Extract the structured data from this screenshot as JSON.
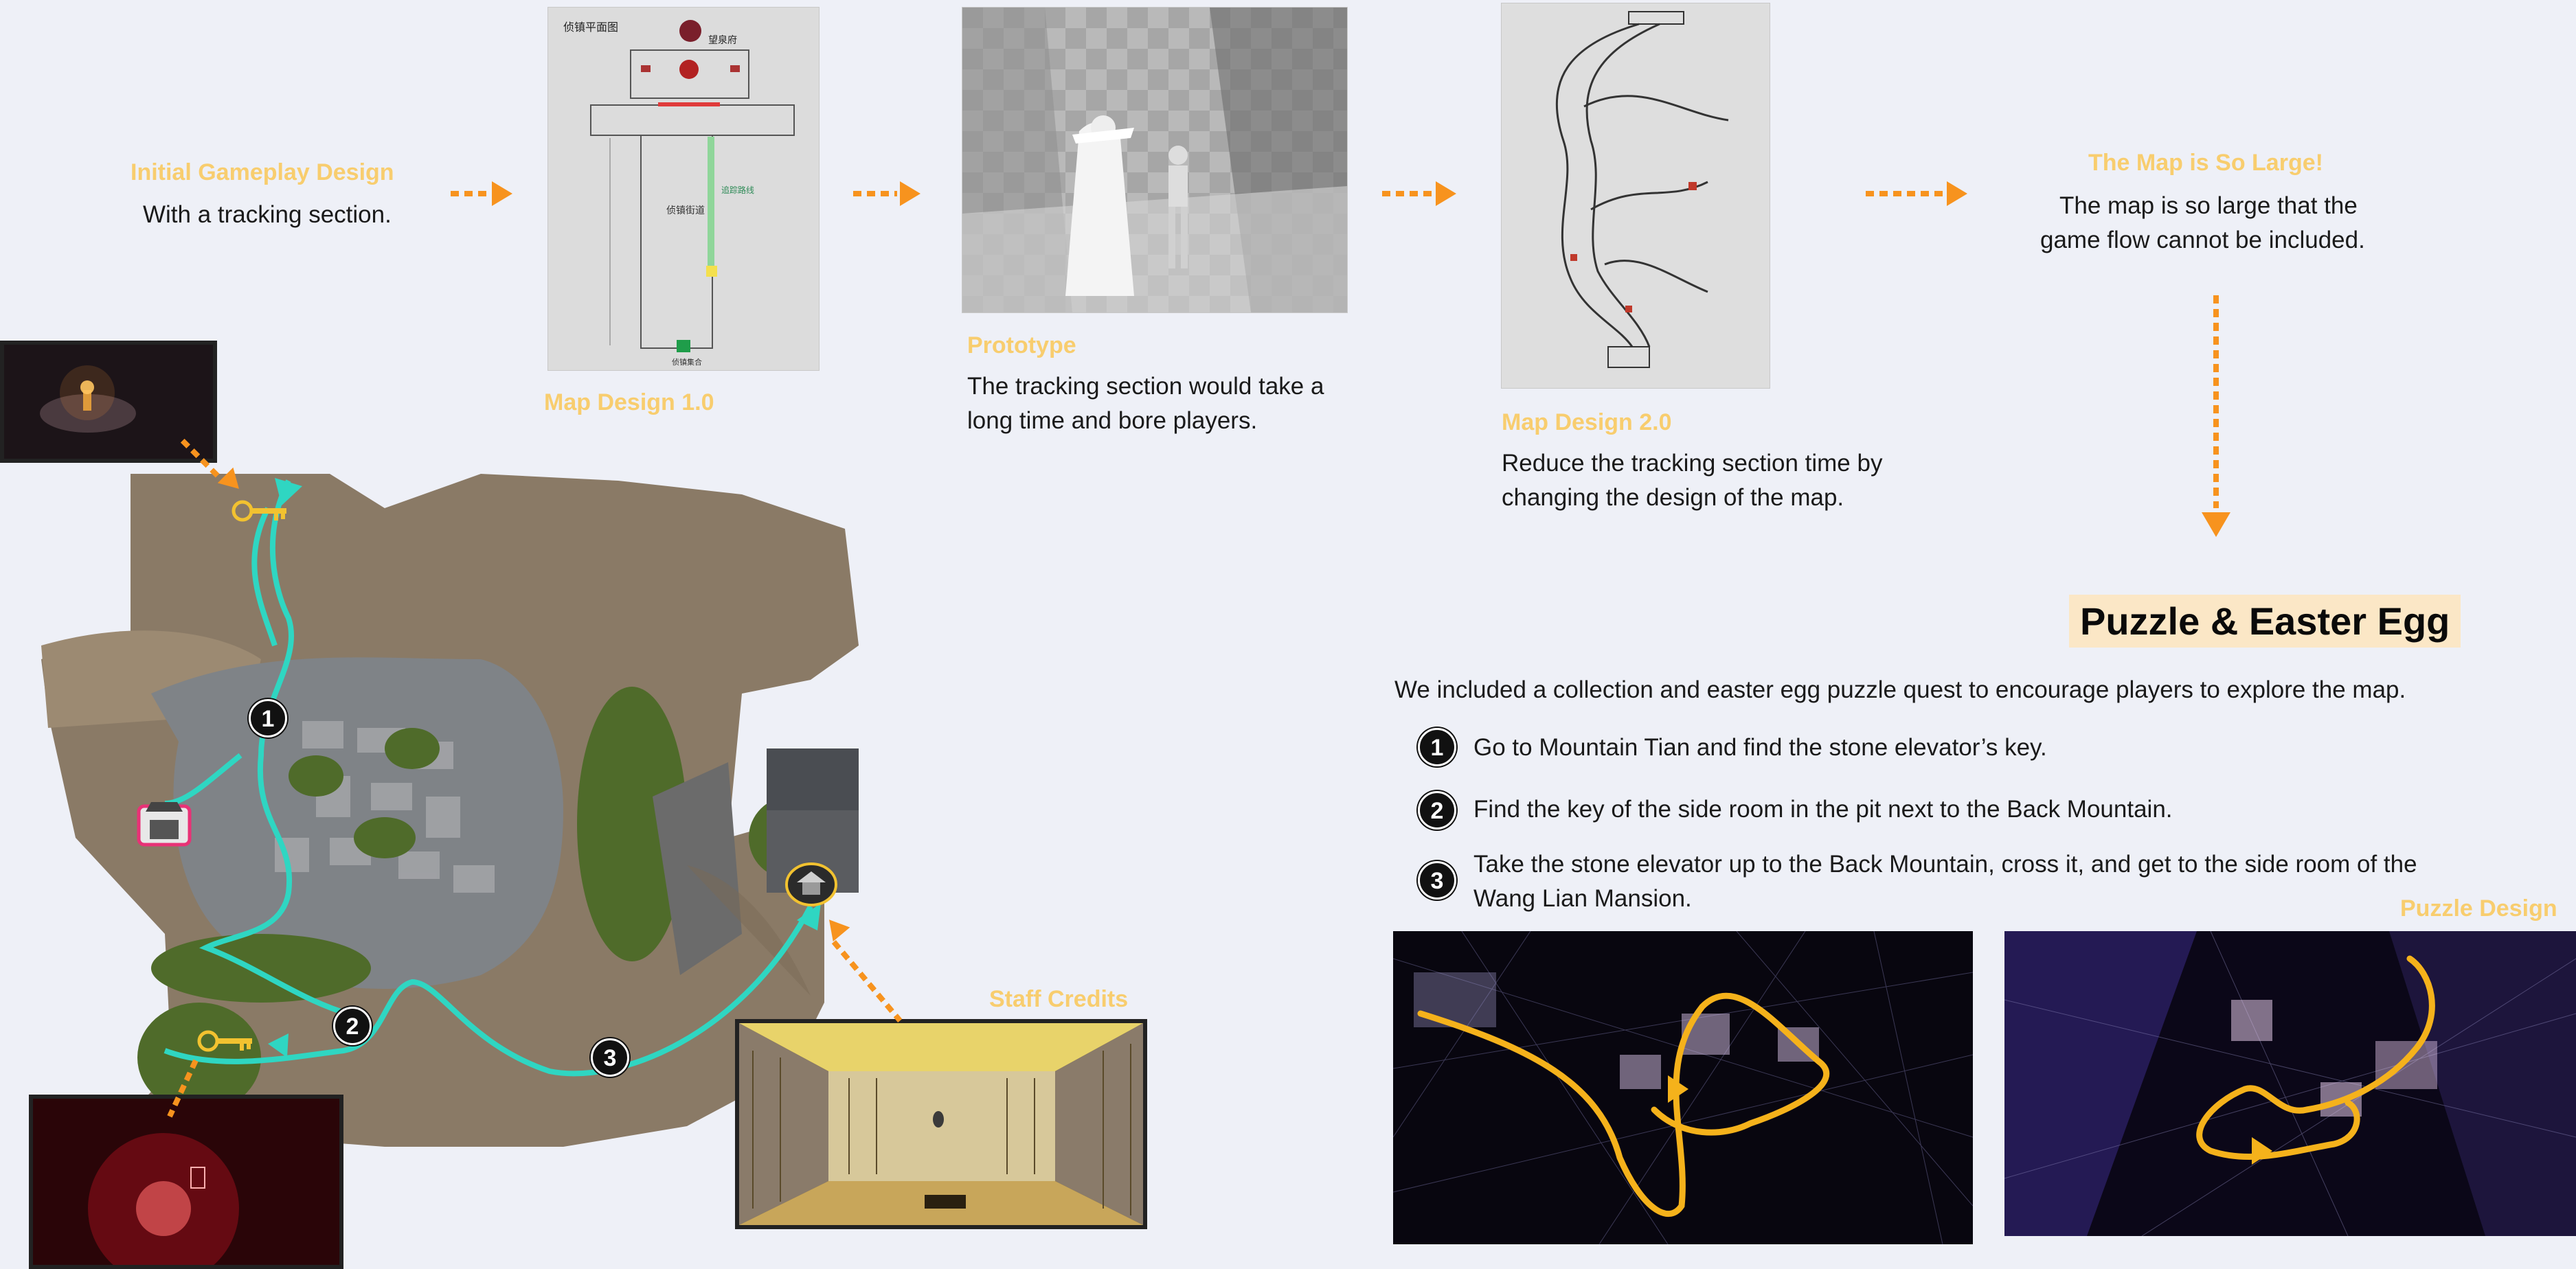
{
  "flow": {
    "step1": {
      "title": "Initial Gameplay Design",
      "text": "With a tracking section."
    },
    "step2": {
      "caption": "Map Design 1.0",
      "doc_title": "侦镇平面图",
      "doc_label": "望泉府",
      "doc_side": "侦镇街道",
      "doc_note": "追踪路线",
      "doc_bottom": "侦镇集合"
    },
    "step3": {
      "title": "Prototype",
      "text_line1": "The tracking section would take a",
      "text_line2": "long time and bore players."
    },
    "step4": {
      "title": "Map Design 2.0",
      "text_line1": "Reduce the tracking section time by",
      "text_line2": "changing the design of the map."
    },
    "step5": {
      "title": "The Map is So Large!",
      "text_line1": "The map is so large that the",
      "text_line2": "game flow cannot be included."
    }
  },
  "puzzle": {
    "heading": "Puzzle & Easter Egg",
    "intro": "We included a collection and easter egg puzzle quest to encourage players to explore the map.",
    "items": [
      {
        "num": "1",
        "text": "Go to Mountain Tian and find the stone elevator’s key."
      },
      {
        "num": "2",
        "text": "Find the key of the side room in the pit next to the Back Mountain."
      },
      {
        "num": "3",
        "text_line1": "Take the stone elevator up to the Back Mountain, cross it, and get to the side room of the",
        "text_line2": "Wang Lian Mansion."
      }
    ],
    "design_label": "Puzzle Design"
  },
  "map": {
    "markers": [
      "1",
      "2",
      "3"
    ],
    "staff_credits": "Staff Credits"
  },
  "colors": {
    "accent_orange": "#f7931e",
    "title_yellow": "#f8cd6e",
    "route_teal": "#2fd6c2",
    "key_gold": "#f2c230",
    "highlight_bg": "#fbe7c6"
  },
  "icons": [
    "key-icon",
    "gate-icon",
    "temple-icon",
    "arrowhead-icon"
  ]
}
